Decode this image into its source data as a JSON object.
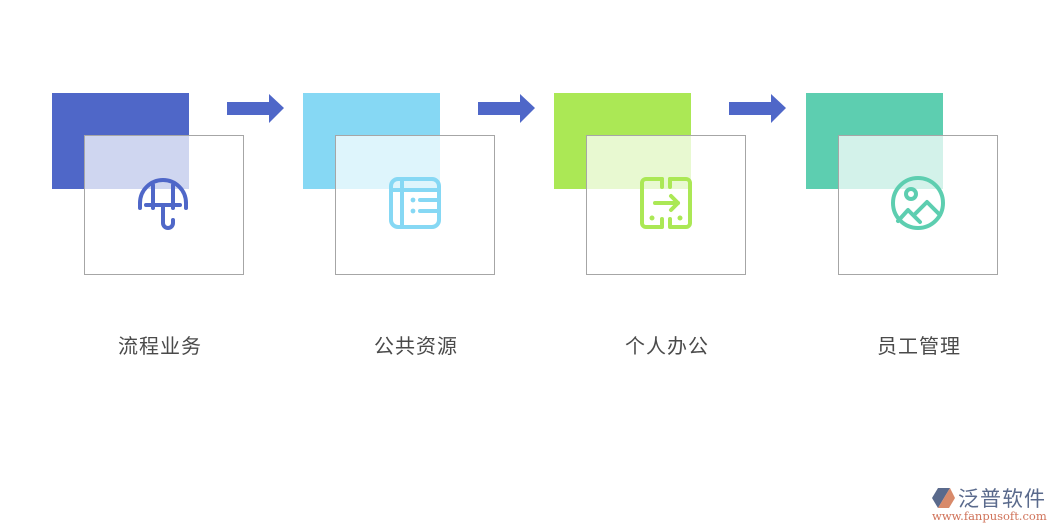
{
  "steps": [
    {
      "label": "流程业务",
      "icon": "umbrella-icon",
      "color": "#4f67c8",
      "tint": "#cfd6ef"
    },
    {
      "label": "公共资源",
      "icon": "list-window-icon",
      "color": "#86d8f4",
      "tint": "#ddf3fb"
    },
    {
      "label": "个人办公",
      "icon": "transfer-door-icon",
      "color": "#abe855",
      "tint": "#e5f8d0"
    },
    {
      "label": "员工管理",
      "icon": "image-circle-icon",
      "color": "#5dceb0",
      "tint": "#d2f1e9"
    }
  ],
  "arrow_color": "#4f67c8",
  "logo": {
    "brand": "泛普软件",
    "url": "www.fanpusoft.com"
  }
}
